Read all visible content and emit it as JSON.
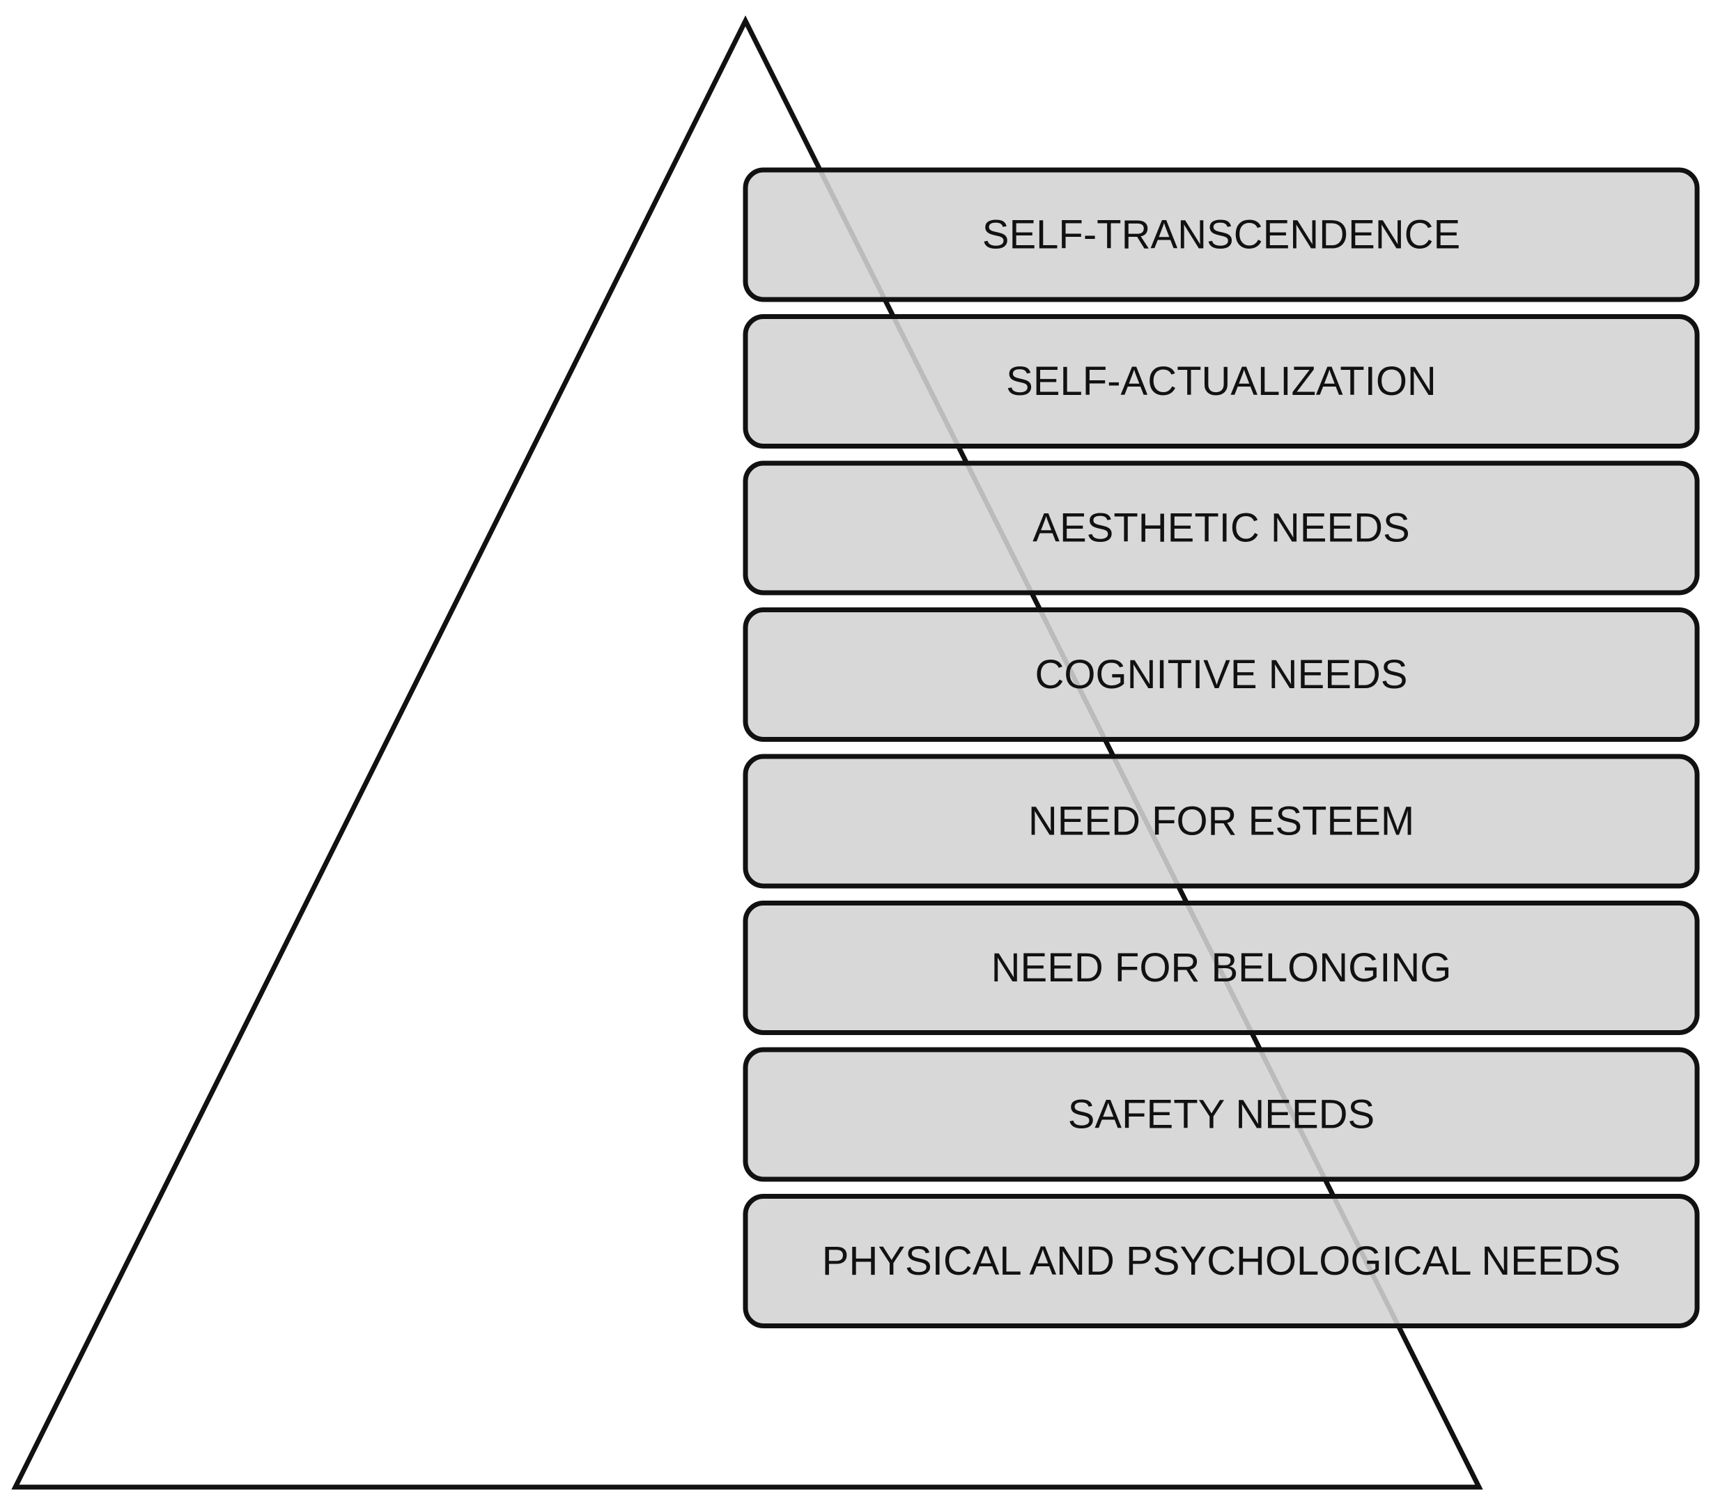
{
  "levels": [
    {
      "label": "SELF-TRANSCENDENCE"
    },
    {
      "label": "SELF-ACTUALIZATION"
    },
    {
      "label": "AESTHETIC NEEDS"
    },
    {
      "label": "COGNITIVE NEEDS"
    },
    {
      "label": "NEED FOR ESTEEM"
    },
    {
      "label": "NEED FOR BELONGING"
    },
    {
      "label": "SAFETY NEEDS"
    },
    {
      "label": "PHYSICAL AND PSYCHOLOGICAL NEEDS"
    }
  ]
}
